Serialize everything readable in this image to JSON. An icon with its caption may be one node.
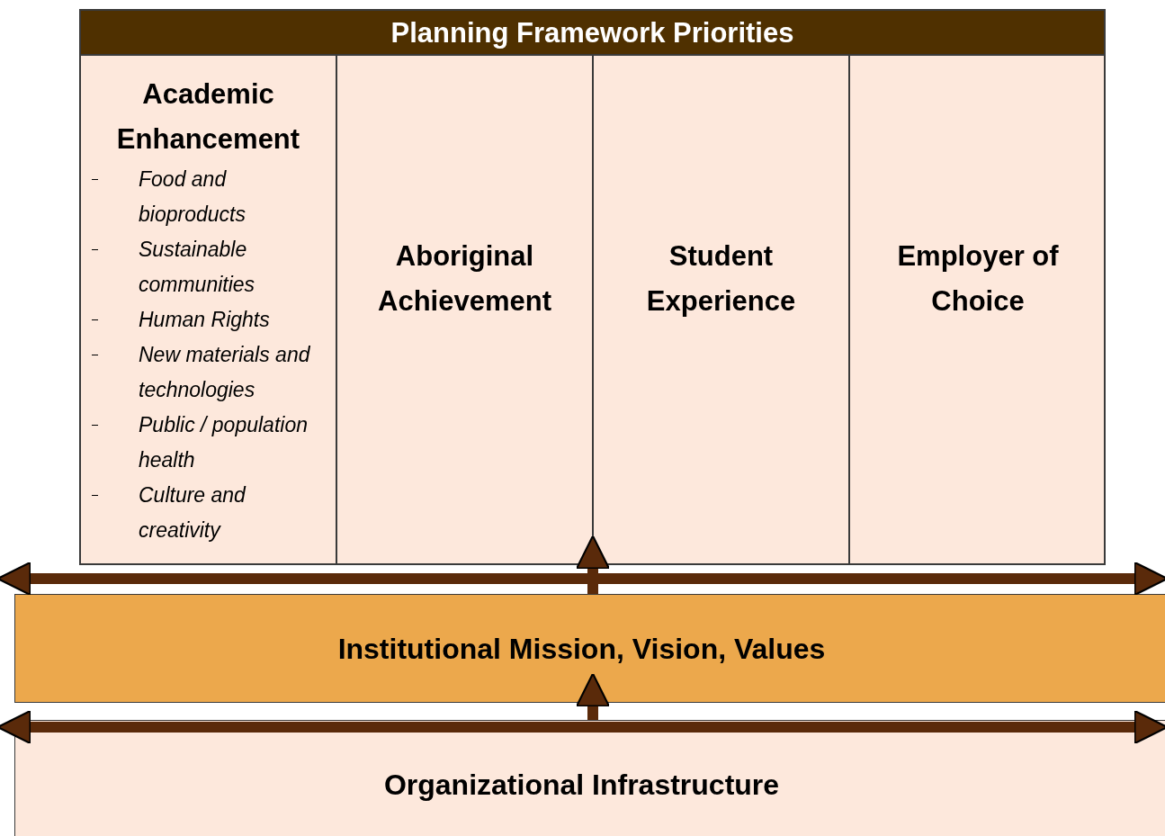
{
  "diagram": {
    "nodes": [
      {
        "text": [
          "Planning Framework Priorities"
        ]
      },
      {
        "text": [
          "Academic Enhancement",
          "Food and bioproducts",
          "Sustainable communities",
          "Human Rights",
          "New materials and technologies",
          "Public / population health",
          "Culture and creativity"
        ],
        "in": 0
      },
      {
        "text": [
          "Aboriginal Achievement"
        ],
        "in": 0
      },
      {
        "text": [
          "Student Experience"
        ],
        "in": 0
      },
      {
        "text": [
          "Employer of Choice"
        ],
        "in": 0
      },
      {
        "text": [
          "Institutional Mission, Vision, Values"
        ]
      },
      {
        "text": [
          "Organizational Infrastructure"
        ]
      }
    ],
    "edges": [
      {
        "from": 5,
        "to": 0,
        "arrow": "to"
      },
      {
        "from": 6,
        "to": 5,
        "arrow": "to"
      }
    ]
  }
}
